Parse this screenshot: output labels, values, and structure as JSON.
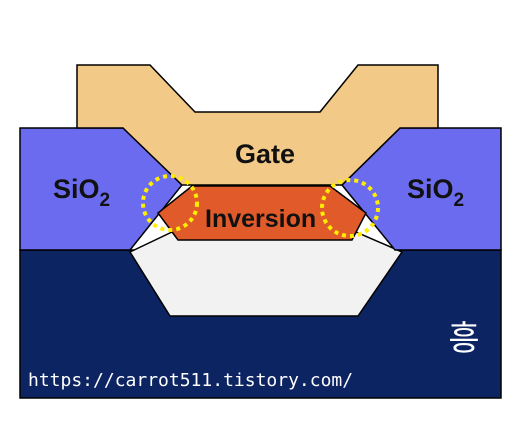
{
  "diagram": {
    "labels": {
      "gate": "Gate",
      "sio2_base": "SiO",
      "sio2_sub": "2",
      "inversion": "Inversion"
    },
    "watermark": {
      "url": "https://carrot511.tistory.com/",
      "signature": "흥"
    },
    "colors": {
      "gate": "#F2C987",
      "oxide": "#6B6BEF",
      "substrate": "#0D2463",
      "inversion": "#E05A2A",
      "depletion": "#F2F2F2",
      "highlight": "#FFEE00"
    }
  }
}
